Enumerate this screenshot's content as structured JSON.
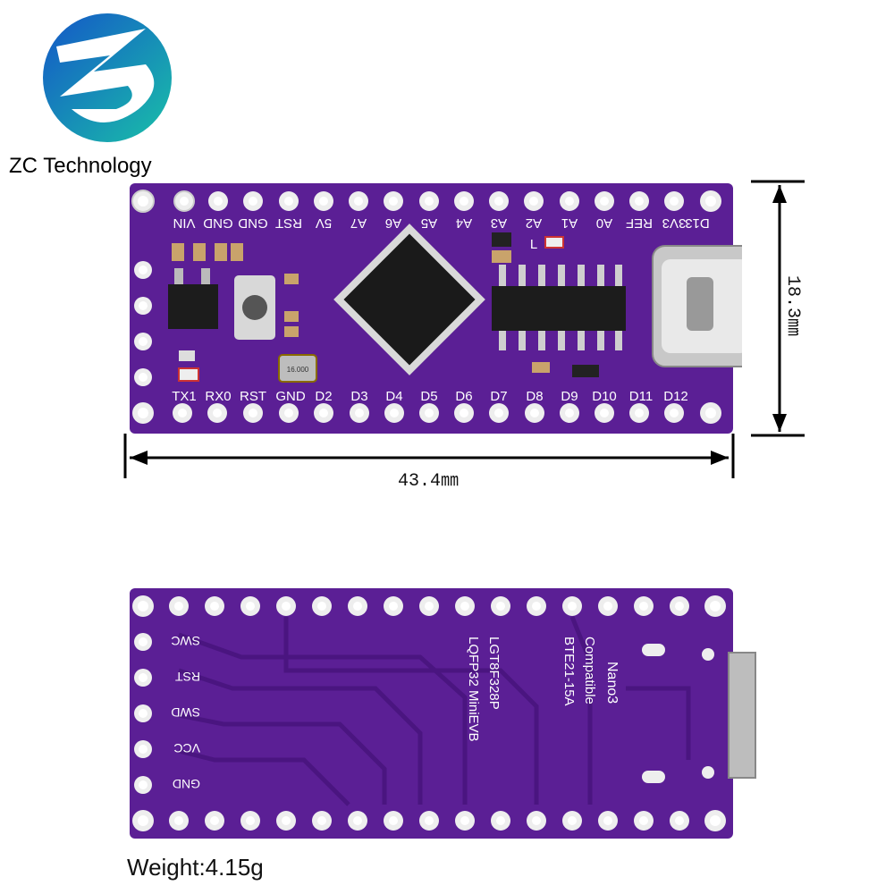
{
  "brand": {
    "name": "ZC Technology"
  },
  "dimensions": {
    "width": "43.4㎜",
    "height": "18.3㎜"
  },
  "weight": "Weight:4.15g",
  "front": {
    "top_labels": [
      "VIN",
      "GND",
      "GND",
      "RST",
      "5V",
      "A7",
      "A6",
      "A5",
      "A4",
      "A3",
      "A2",
      "A1",
      "A0",
      "REF",
      "3V3",
      "D13"
    ],
    "bottom_labels": [
      "TX1",
      "RX0",
      "RST",
      "GND",
      "D2",
      "D3",
      "D4",
      "D5",
      "D6",
      "D7",
      "D8",
      "D9",
      "D10",
      "D11",
      "D12"
    ],
    "led_label": "L",
    "crystal_label": "16.000\nMHZ"
  },
  "back": {
    "side_labels": [
      "SWC",
      "RST",
      "SWD",
      "VCC",
      "GND"
    ],
    "silk_left": [
      "LQFP32 MiniEVB",
      "LGT8F328P"
    ],
    "silk_right": [
      "BTE21-15A",
      "Compatible",
      "Nano3"
    ]
  },
  "colors": {
    "pcb": "#5b1f95",
    "pcb_dark": "#4a1580",
    "logo_blue": "#1d6fc9",
    "logo_teal": "#17b7a6"
  }
}
